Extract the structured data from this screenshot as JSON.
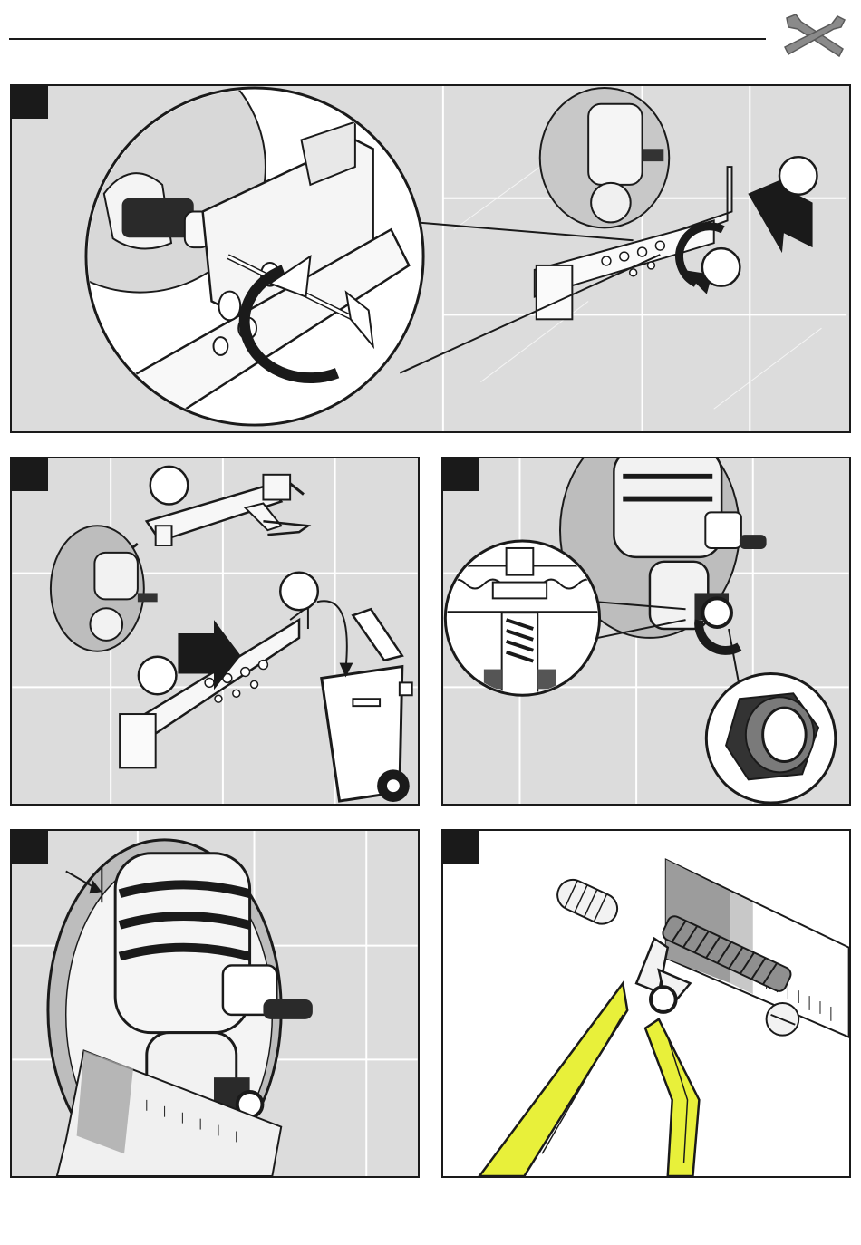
{
  "header": {
    "tools_icon": "wrench-screwdriver-icon"
  },
  "colors": {
    "line": "#1a1a1a",
    "tile_background": "#dcdcdc",
    "plier_handle": "#e8f03a",
    "marker": "#1a1a1a"
  },
  "panels": [
    {
      "id": "p1",
      "icon": "screwdriver-icon",
      "callouts": [
        "",
        ""
      ]
    },
    {
      "id": "p2",
      "icon": "caulk-gun-icon",
      "callouts": [
        "",
        "",
        ""
      ]
    },
    {
      "id": "p3",
      "icon": "lock-nut-icon",
      "callouts": []
    },
    {
      "id": "p4",
      "icon": "ruler-icon",
      "callouts": []
    },
    {
      "id": "p5",
      "icon": "side-cutter-icon",
      "callouts": []
    }
  ]
}
